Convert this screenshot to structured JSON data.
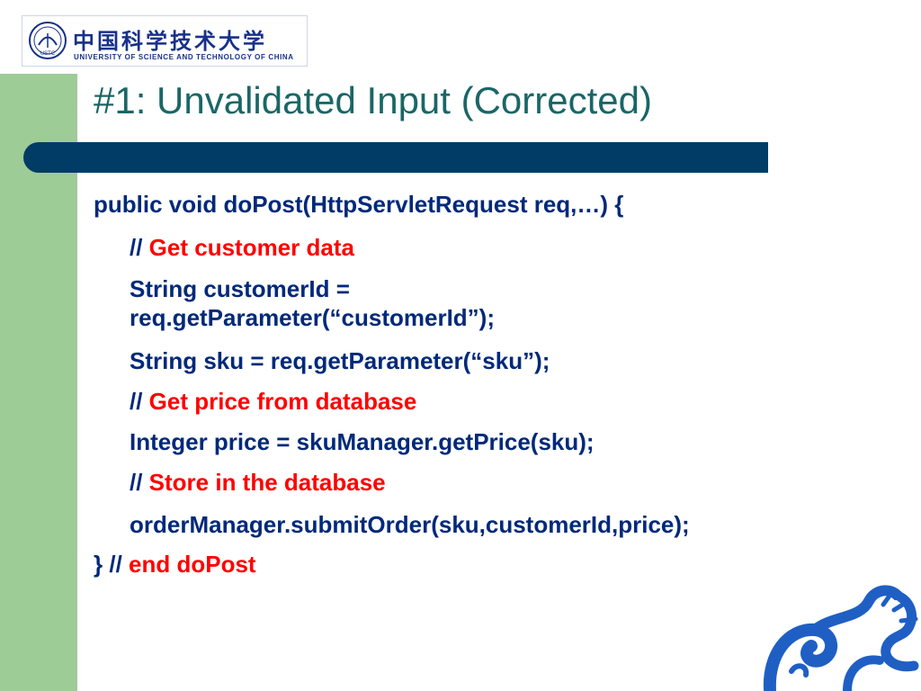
{
  "logo": {
    "seal_text": "USTC",
    "chinese_name": "中国科学技术大学",
    "english_name": "UNIVERSITY OF SCIENCE AND TECHNOLOGY OF CHINA"
  },
  "slide": {
    "title": "#1: Unvalidated Input (Corrected)",
    "code": [
      {
        "text": "public void doPost(HttpServletRequest req,…) {"
      },
      {
        "prefix": "// ",
        "comment": "Get customer data"
      },
      {
        "text": "String customerId ="
      },
      {
        "text": "req.getParameter(“customerId”);"
      },
      {
        "text": "String sku = req.getParameter(“sku”);"
      },
      {
        "prefix": "// ",
        "comment": "Get price from database"
      },
      {
        "text": "Integer price = skuManager.getPrice(sku);"
      },
      {
        "prefix": "// ",
        "comment": "Store in the database"
      },
      {
        "text": "orderManager.submitOrder(sku,customerId,price);"
      },
      {
        "prefix": "} // ",
        "comment": "end doPost"
      }
    ]
  },
  "colors": {
    "left_band": "#9dcc96",
    "title": "#1b6666",
    "title_bar": "#003c66",
    "code_text": "#00297a",
    "comment_text": "#ff0000",
    "logo_blue": "#17318a"
  }
}
